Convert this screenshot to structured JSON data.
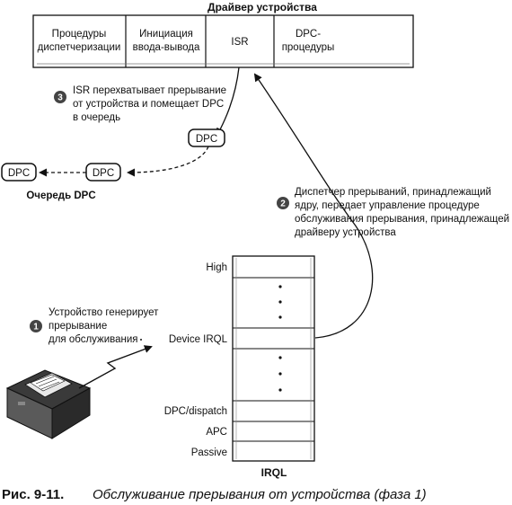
{
  "driver": {
    "title": "Драйвер устройства",
    "cells": [
      {
        "line1": "Процедуры",
        "line2": "диспетчеризации"
      },
      {
        "line1": "Инициация",
        "line2": "ввода-вывода"
      },
      {
        "line1": "ISR",
        "line2": ""
      },
      {
        "line1": "DPC-",
        "line2": "процедуры"
      }
    ]
  },
  "steps": {
    "step1": {
      "num": "1",
      "lines": [
        "Устройство генерирует",
        "прерывание",
        "для обслуживания"
      ]
    },
    "step2": {
      "num": "2",
      "lines": [
        "Диспетчер прерываний, принадлежащий",
        "ядру, передает управление процедуре",
        "обслуживания прерывания, принадлежащей",
        "драйверу устройства"
      ]
    },
    "step3": {
      "num": "3",
      "lines": [
        "ISR перехватывает прерывание",
        "от устройства и помещает DPC",
        "в очередь"
      ]
    }
  },
  "dpc": {
    "label": "DPC",
    "queue_label": "Очередь DPC"
  },
  "irql": {
    "title": "IRQL",
    "levels": [
      "High",
      "Device IRQL",
      "DPC/dispatch",
      "APC",
      "Passive"
    ]
  },
  "caption": {
    "number": "Рис. 9-11.",
    "text": "Обслуживание прерывания от устройства (фаза 1)"
  }
}
